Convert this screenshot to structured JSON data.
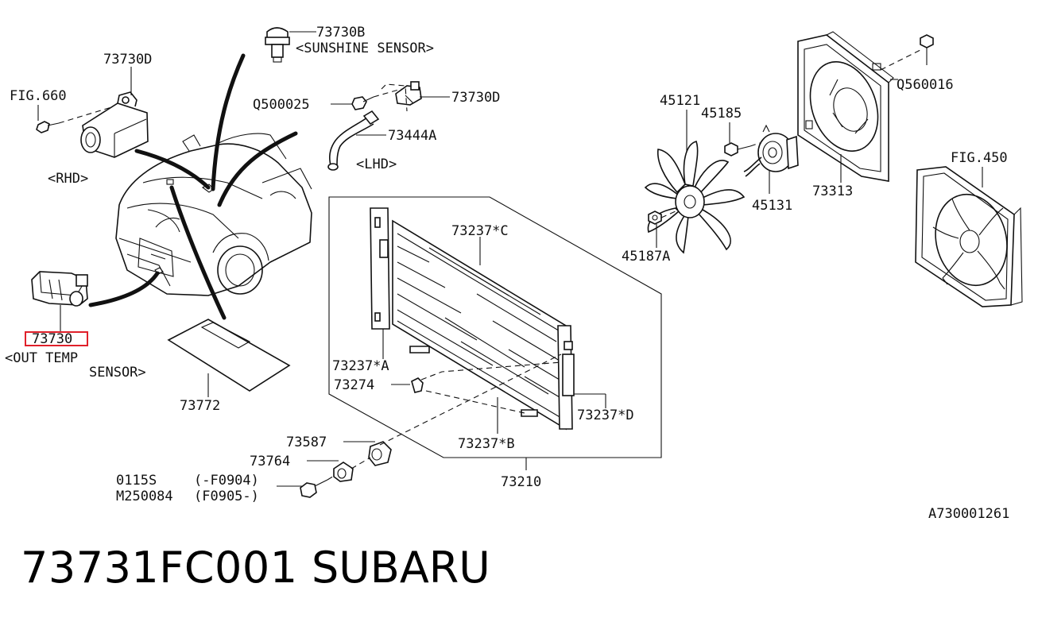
{
  "diagram": {
    "labels": {
      "sunshine_part": "73730B",
      "sunshine_note": "<SUNSHINE SENSOR>",
      "rhd_sensor_part": "73730D",
      "fig660": "FIG.660",
      "rhd_note": "<RHD>",
      "bolt_q500025": "Q500025",
      "lhd_sensor_part": "73730D",
      "hose_part": "73444A",
      "lhd_note": "<LHD>",
      "out_temp_part": "73730",
      "out_temp_note_1": "<OUT TEMP",
      "out_temp_note_2": "SENSOR>",
      "seal_part": "73772",
      "fan_blade": "45121",
      "nut_45185": "45185",
      "fan_motor": "45131",
      "nut_45187a": "45187A",
      "shroud": "73313",
      "bolt_q560016": "Q560016",
      "fig450": "FIG.450",
      "condenser_c": "73237*C",
      "condenser_a": "73237*A",
      "clip_73274": "73274",
      "condenser_d": "73237*D",
      "condenser_b": "73237*B",
      "condenser_assy": "73210",
      "cushion_73587": "73587",
      "collar_73764": "73764",
      "bolt_0115s": "0115S",
      "bolt_0115s_range": "(-F0904)",
      "bolt_m250084": "M250084",
      "bolt_m250084_range": "(F0905-)",
      "drawing_code": "A730001261"
    },
    "highlighted_part": "73730"
  },
  "footer": {
    "part_number": "73731FC001",
    "brand": "SUBARU"
  },
  "colors": {
    "highlight": "#e0202a",
    "ink": "#111111"
  }
}
